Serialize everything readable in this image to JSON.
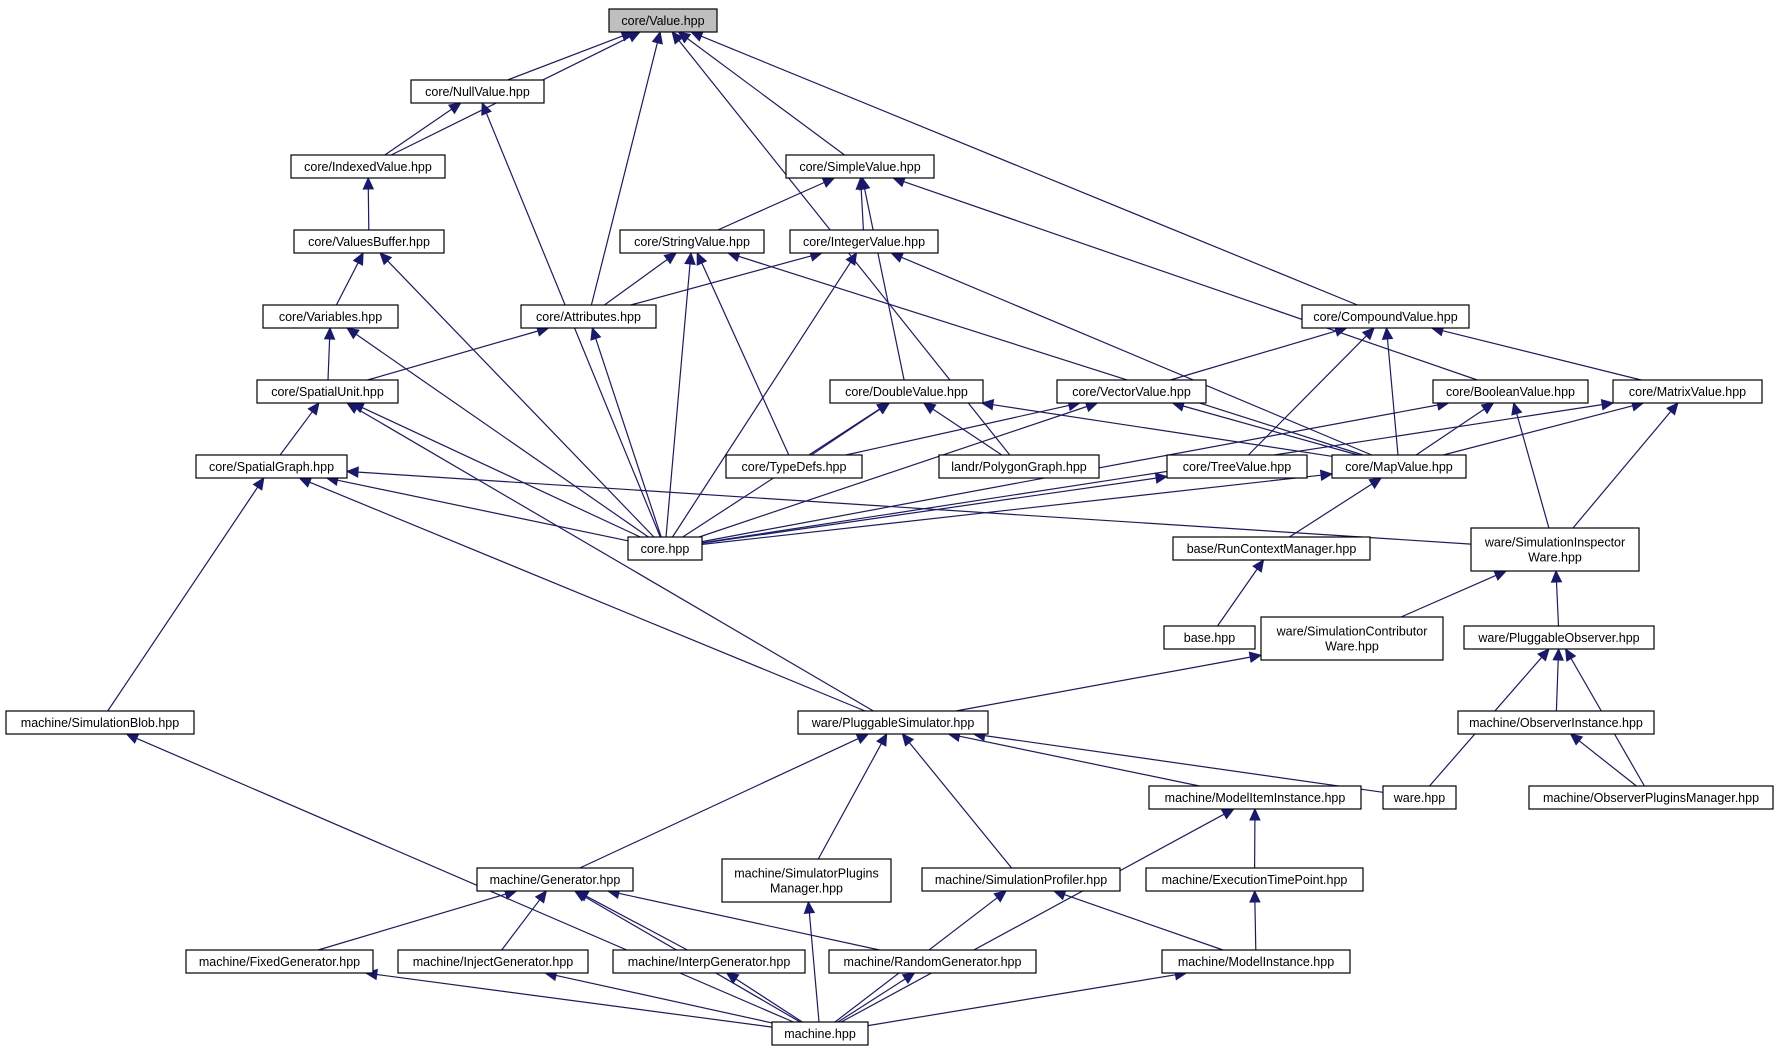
{
  "diagram": {
    "colors": {
      "edge": "#191970",
      "node_border": "#000000",
      "node_fill": "#ffffff",
      "root_fill": "#bfbfbf"
    },
    "nodes": [
      {
        "id": "value",
        "lines": [
          "core/Value.hpp"
        ],
        "root": true
      },
      {
        "id": "nullvalue",
        "lines": [
          "core/NullValue.hpp"
        ]
      },
      {
        "id": "indexedvalue",
        "lines": [
          "core/IndexedValue.hpp"
        ]
      },
      {
        "id": "simplevalue",
        "lines": [
          "core/SimpleValue.hpp"
        ]
      },
      {
        "id": "valuesbuffer",
        "lines": [
          "core/ValuesBuffer.hpp"
        ]
      },
      {
        "id": "stringvalue",
        "lines": [
          "core/StringValue.hpp"
        ]
      },
      {
        "id": "integervalue",
        "lines": [
          "core/IntegerValue.hpp"
        ]
      },
      {
        "id": "variables",
        "lines": [
          "core/Variables.hpp"
        ]
      },
      {
        "id": "attributes",
        "lines": [
          "core/Attributes.hpp"
        ]
      },
      {
        "id": "compoundvalue",
        "lines": [
          "core/CompoundValue.hpp"
        ]
      },
      {
        "id": "spatialunit",
        "lines": [
          "core/SpatialUnit.hpp"
        ]
      },
      {
        "id": "doublevalue",
        "lines": [
          "core/DoubleValue.hpp"
        ]
      },
      {
        "id": "vectorvalue",
        "lines": [
          "core/VectorValue.hpp"
        ]
      },
      {
        "id": "booleanvalue",
        "lines": [
          "core/BooleanValue.hpp"
        ]
      },
      {
        "id": "matrixvalue",
        "lines": [
          "core/MatrixValue.hpp"
        ]
      },
      {
        "id": "spatialgraph",
        "lines": [
          "core/SpatialGraph.hpp"
        ]
      },
      {
        "id": "typedefs",
        "lines": [
          "core/TypeDefs.hpp"
        ]
      },
      {
        "id": "polygongraph",
        "lines": [
          "landr/PolygonGraph.hpp"
        ]
      },
      {
        "id": "treevalue",
        "lines": [
          "core/TreeValue.hpp"
        ]
      },
      {
        "id": "mapvalue",
        "lines": [
          "core/MapValue.hpp"
        ]
      },
      {
        "id": "corehpp",
        "lines": [
          "core.hpp"
        ]
      },
      {
        "id": "runcontext",
        "lines": [
          "base/RunContextManager.hpp"
        ]
      },
      {
        "id": "siminspector",
        "lines": [
          "ware/SimulationInspector",
          "Ware.hpp"
        ]
      },
      {
        "id": "basehpp",
        "lines": [
          "base.hpp"
        ]
      },
      {
        "id": "simcontributor",
        "lines": [
          "ware/SimulationContributor",
          "Ware.hpp"
        ]
      },
      {
        "id": "pluggableobserver",
        "lines": [
          "ware/PluggableObserver.hpp"
        ]
      },
      {
        "id": "simblob",
        "lines": [
          "machine/SimulationBlob.hpp"
        ]
      },
      {
        "id": "pluggablesim",
        "lines": [
          "ware/PluggableSimulator.hpp"
        ]
      },
      {
        "id": "observerinstance",
        "lines": [
          "machine/ObserverInstance.hpp"
        ]
      },
      {
        "id": "modeliteminstance",
        "lines": [
          "machine/ModelItemInstance.hpp"
        ]
      },
      {
        "id": "warehpp",
        "lines": [
          "ware.hpp"
        ]
      },
      {
        "id": "observerplugins",
        "lines": [
          "machine/ObserverPluginsManager.hpp"
        ]
      },
      {
        "id": "generator",
        "lines": [
          "machine/Generator.hpp"
        ]
      },
      {
        "id": "simplugins",
        "lines": [
          "machine/SimulatorPlugins",
          "Manager.hpp"
        ]
      },
      {
        "id": "simprofiler",
        "lines": [
          "machine/SimulationProfiler.hpp"
        ]
      },
      {
        "id": "exectimepoint",
        "lines": [
          "machine/ExecutionTimePoint.hpp"
        ]
      },
      {
        "id": "fixedgen",
        "lines": [
          "machine/FixedGenerator.hpp"
        ]
      },
      {
        "id": "injectgen",
        "lines": [
          "machine/InjectGenerator.hpp"
        ]
      },
      {
        "id": "interpgen",
        "lines": [
          "machine/InterpGenerator.hpp"
        ]
      },
      {
        "id": "randomgen",
        "lines": [
          "machine/RandomGenerator.hpp"
        ]
      },
      {
        "id": "modelinstance",
        "lines": [
          "machine/ModelInstance.hpp"
        ]
      },
      {
        "id": "machinehpp",
        "lines": [
          "machine.hpp"
        ]
      }
    ],
    "edges": [
      [
        "nullvalue",
        "value"
      ],
      [
        "indexedvalue",
        "value"
      ],
      [
        "indexedvalue",
        "nullvalue"
      ],
      [
        "simplevalue",
        "value"
      ],
      [
        "attributes",
        "value"
      ],
      [
        "polygongraph",
        "value"
      ],
      [
        "compoundvalue",
        "value"
      ],
      [
        "valuesbuffer",
        "indexedvalue"
      ],
      [
        "corehpp",
        "nullvalue"
      ],
      [
        "stringvalue",
        "simplevalue"
      ],
      [
        "integervalue",
        "simplevalue"
      ],
      [
        "doublevalue",
        "simplevalue"
      ],
      [
        "booleanvalue",
        "simplevalue"
      ],
      [
        "variables",
        "valuesbuffer"
      ],
      [
        "corehpp",
        "valuesbuffer"
      ],
      [
        "attributes",
        "stringvalue"
      ],
      [
        "attributes",
        "integervalue"
      ],
      [
        "corehpp",
        "stringvalue"
      ],
      [
        "typedefs",
        "stringvalue"
      ],
      [
        "mapvalue",
        "stringvalue"
      ],
      [
        "corehpp",
        "integervalue"
      ],
      [
        "mapvalue",
        "integervalue"
      ],
      [
        "spatialunit",
        "variables"
      ],
      [
        "corehpp",
        "variables"
      ],
      [
        "spatialunit",
        "attributes"
      ],
      [
        "corehpp",
        "attributes"
      ],
      [
        "vectorvalue",
        "compoundvalue"
      ],
      [
        "treevalue",
        "compoundvalue"
      ],
      [
        "mapvalue",
        "compoundvalue"
      ],
      [
        "matrixvalue",
        "compoundvalue"
      ],
      [
        "spatialgraph",
        "spatialunit"
      ],
      [
        "corehpp",
        "spatialunit"
      ],
      [
        "pluggablesim",
        "spatialunit"
      ],
      [
        "typedefs",
        "doublevalue"
      ],
      [
        "corehpp",
        "doublevalue"
      ],
      [
        "polygongraph",
        "doublevalue"
      ],
      [
        "mapvalue",
        "doublevalue"
      ],
      [
        "typedefs",
        "vectorvalue"
      ],
      [
        "corehpp",
        "vectorvalue"
      ],
      [
        "mapvalue",
        "vectorvalue"
      ],
      [
        "mapvalue",
        "booleanvalue"
      ],
      [
        "corehpp",
        "booleanvalue"
      ],
      [
        "siminspector",
        "booleanvalue"
      ],
      [
        "mapvalue",
        "matrixvalue"
      ],
      [
        "corehpp",
        "matrixvalue"
      ],
      [
        "siminspector",
        "matrixvalue"
      ],
      [
        "corehpp",
        "spatialgraph"
      ],
      [
        "simblob",
        "spatialgraph"
      ],
      [
        "pluggablesim",
        "spatialgraph"
      ],
      [
        "siminspector",
        "spatialgraph"
      ],
      [
        "corehpp",
        "treevalue"
      ],
      [
        "corehpp",
        "mapvalue"
      ],
      [
        "runcontext",
        "mapvalue"
      ],
      [
        "basehpp",
        "runcontext"
      ],
      [
        "simcontributor",
        "siminspector"
      ],
      [
        "pluggableobserver",
        "siminspector"
      ],
      [
        "pluggablesim",
        "simcontributor"
      ],
      [
        "observerinstance",
        "pluggableobserver"
      ],
      [
        "warehpp",
        "pluggableobserver"
      ],
      [
        "observerplugins",
        "pluggableobserver"
      ],
      [
        "machinehpp",
        "simblob"
      ],
      [
        "generator",
        "pluggablesim"
      ],
      [
        "simplugins",
        "pluggablesim"
      ],
      [
        "simprofiler",
        "pluggablesim"
      ],
      [
        "modeliteminstance",
        "pluggablesim"
      ],
      [
        "warehpp",
        "pluggablesim"
      ],
      [
        "observerplugins",
        "observerinstance"
      ],
      [
        "exectimepoint",
        "modeliteminstance"
      ],
      [
        "machinehpp",
        "modeliteminstance"
      ],
      [
        "fixedgen",
        "generator"
      ],
      [
        "injectgen",
        "generator"
      ],
      [
        "interpgen",
        "generator"
      ],
      [
        "randomgen",
        "generator"
      ],
      [
        "machinehpp",
        "generator"
      ],
      [
        "machinehpp",
        "simplugins"
      ],
      [
        "machinehpp",
        "simprofiler"
      ],
      [
        "modelinstance",
        "simprofiler"
      ],
      [
        "modelinstance",
        "exectimepoint"
      ],
      [
        "machinehpp",
        "fixedgen"
      ],
      [
        "machinehpp",
        "injectgen"
      ],
      [
        "machinehpp",
        "interpgen"
      ],
      [
        "machinehpp",
        "randomgen"
      ],
      [
        "machinehpp",
        "modelinstance"
      ]
    ]
  }
}
